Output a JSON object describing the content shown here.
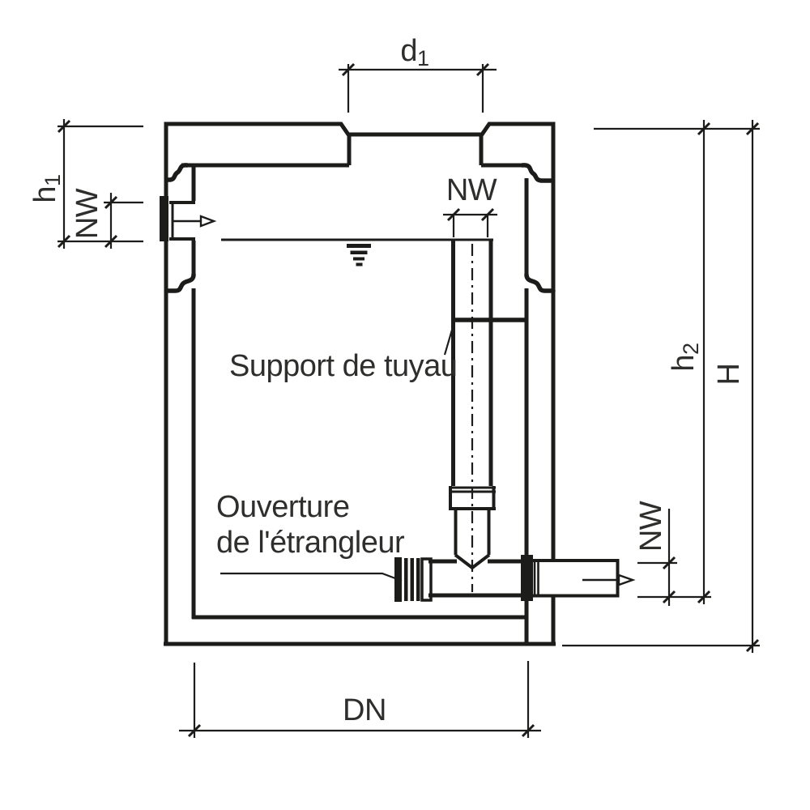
{
  "figure": {
    "kind": "technical-section-drawing",
    "background_color": "#ffffff",
    "line_color": "#1c1c1a",
    "text_color": "#2e2e2c"
  },
  "dimensions": {
    "d1": {
      "base": "d",
      "sub": "1"
    },
    "h1": {
      "base": "h",
      "sub": "1"
    },
    "h2": {
      "base": "h",
      "sub": "2"
    },
    "H": "H",
    "DN": "DN",
    "nw_top": "NW",
    "nw_left": "NW",
    "nw_right": "NW"
  },
  "annotations": {
    "pipe_support": "Support de tuyau",
    "throttle_opening_line1": "Ouverture",
    "throttle_opening_line2": "de l'étrangleur"
  }
}
